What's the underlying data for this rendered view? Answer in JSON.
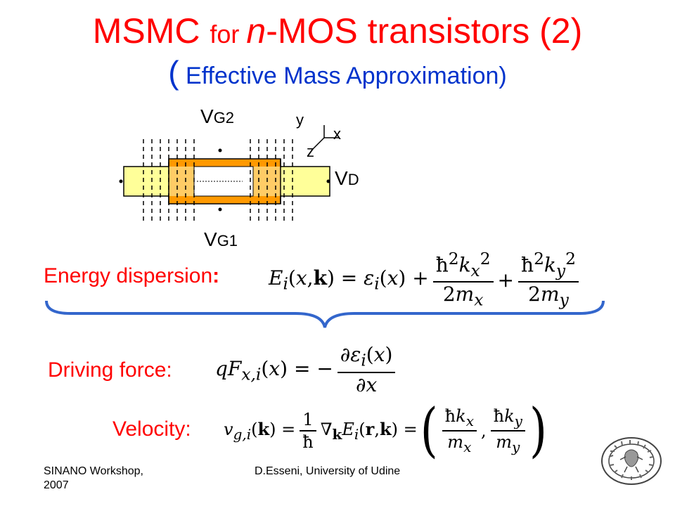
{
  "slide": {
    "title": {
      "part1": "MSMC ",
      "part2": "for ",
      "part3": "n",
      "part4": "-MOS transistors (2)"
    },
    "subtitle": {
      "open": "(",
      "text": " Effective Mass Approximation)"
    },
    "diagram": {
      "vg2_main": "V",
      "vg2_sub": "G2",
      "vg1_main": "V",
      "vg1_sub": "G1",
      "vd_main": "V",
      "vd_sub": "D",
      "axis_y": "y",
      "axis_x": "x",
      "axis_z": "z"
    },
    "labels": {
      "energy": "Energy dispersion",
      "energy_colon": ":",
      "force": "Driving  force:",
      "velocity": "Velocity:"
    },
    "footer": {
      "left_line1": "SINANO Workshop,",
      "left_line2": "2007",
      "center": "D.Esseni, University of Udine"
    },
    "colors": {
      "title": "#ff0000",
      "subtitle": "#0033cc",
      "labels": "#ff0000",
      "source_drain": "#ffff99",
      "gate_oxide": "#ff9900",
      "brace": "#3366cc"
    }
  }
}
